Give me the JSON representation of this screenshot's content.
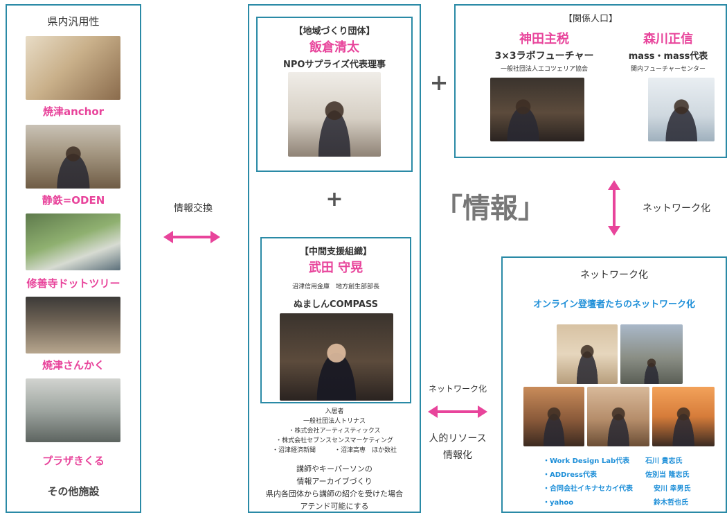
{
  "left_panel": {
    "title": "県内汎用性",
    "facilities": [
      {
        "name": "焼津anchor"
      },
      {
        "name": "静鉄=ODEN"
      },
      {
        "name": "修善寺ドットツリー"
      },
      {
        "name": "焼津さんかく"
      },
      {
        "name": "プラザきくる"
      }
    ],
    "other": "その他施設"
  },
  "exchange_label": "情報交換",
  "center": {
    "org1": {
      "heading": "【地域づくり団体】",
      "name": "飯倉清太",
      "role": "NPOサプライズ代表理事"
    },
    "plus": "+",
    "org2": {
      "heading": "【中間支援組織】",
      "name": "武田 守晃",
      "affiliation": "沼津信用金庫　地方創生部部長",
      "project": "ぬましんCOMPASS"
    },
    "entrants_title": "入居者",
    "entrants": [
      "一般社団法人トリナス",
      "・株式会社アーティスティックス",
      "・株式会社セブンスセンスマーケティング",
      "・沼津経済新聞　　　・沼津高専　ほか数社"
    ],
    "notes": [
      "講師やキーパーソンの",
      "情報アーカイブづくり",
      "県内各団体から講師の紹介を受けた場合",
      "アテンド可能にする"
    ]
  },
  "top_plus": "+",
  "kankei": {
    "heading": "【関係人口】",
    "person1": {
      "name": "神田主税",
      "role": "3×3ラボフューチャー",
      "org": "一般社団法人エコツェリア協会"
    },
    "person2": {
      "name": "森川正信",
      "role": "mass・mass代表",
      "org": "関内フューチャーセンター"
    }
  },
  "info_label": "「情報」",
  "network_label_right": "ネットワーク化",
  "network_label_bottom": "ネットワーク化",
  "resource_label_1": "人的リソース",
  "resource_label_2": "情報化",
  "network_box": {
    "title": "ネットワーク化",
    "subtitle": "オンライン登壇者たちのネットワーク化",
    "members": [
      {
        "org": "・Work Design Lab代表",
        "name": "石川 貴志氏"
      },
      {
        "org": "・ADDress代表",
        "name": "佐別当 隆志氏"
      },
      {
        "org": "・合同会社イキナセカイ代表",
        "name": "安川 幸男氏"
      },
      {
        "org": "・yahoo",
        "name": "鈴木哲也氏"
      }
    ]
  },
  "colors": {
    "accent": "#e8449b",
    "frame": "#2a8aa6",
    "network_title": "#1e8fd8"
  }
}
